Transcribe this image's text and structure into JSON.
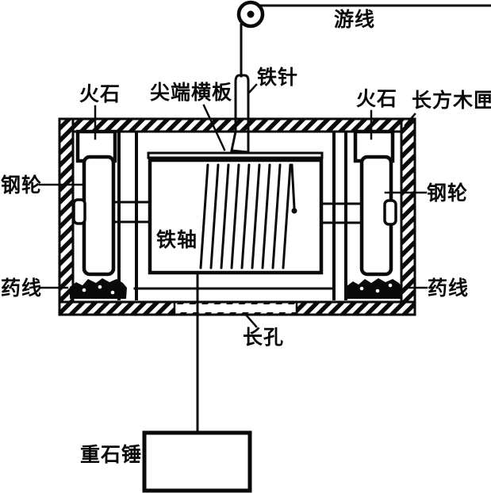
{
  "labels": {
    "floating_line": "游线",
    "iron_needle": "铁针",
    "pointed_end_board": "尖端横板",
    "flint_left": "火石",
    "flint_right": "火石",
    "wooden_box": "长方木匣",
    "steel_wheel_left": "钢轮",
    "steel_wheel_right": "钢轮",
    "iron_axle": "铁轴",
    "fuse_left": "药线",
    "fuse_right": "药线",
    "long_hole": "长孔",
    "stone_weight": "重石锤"
  },
  "colors": {
    "ink": "#0a0a0a",
    "paper": "#ffffff"
  }
}
